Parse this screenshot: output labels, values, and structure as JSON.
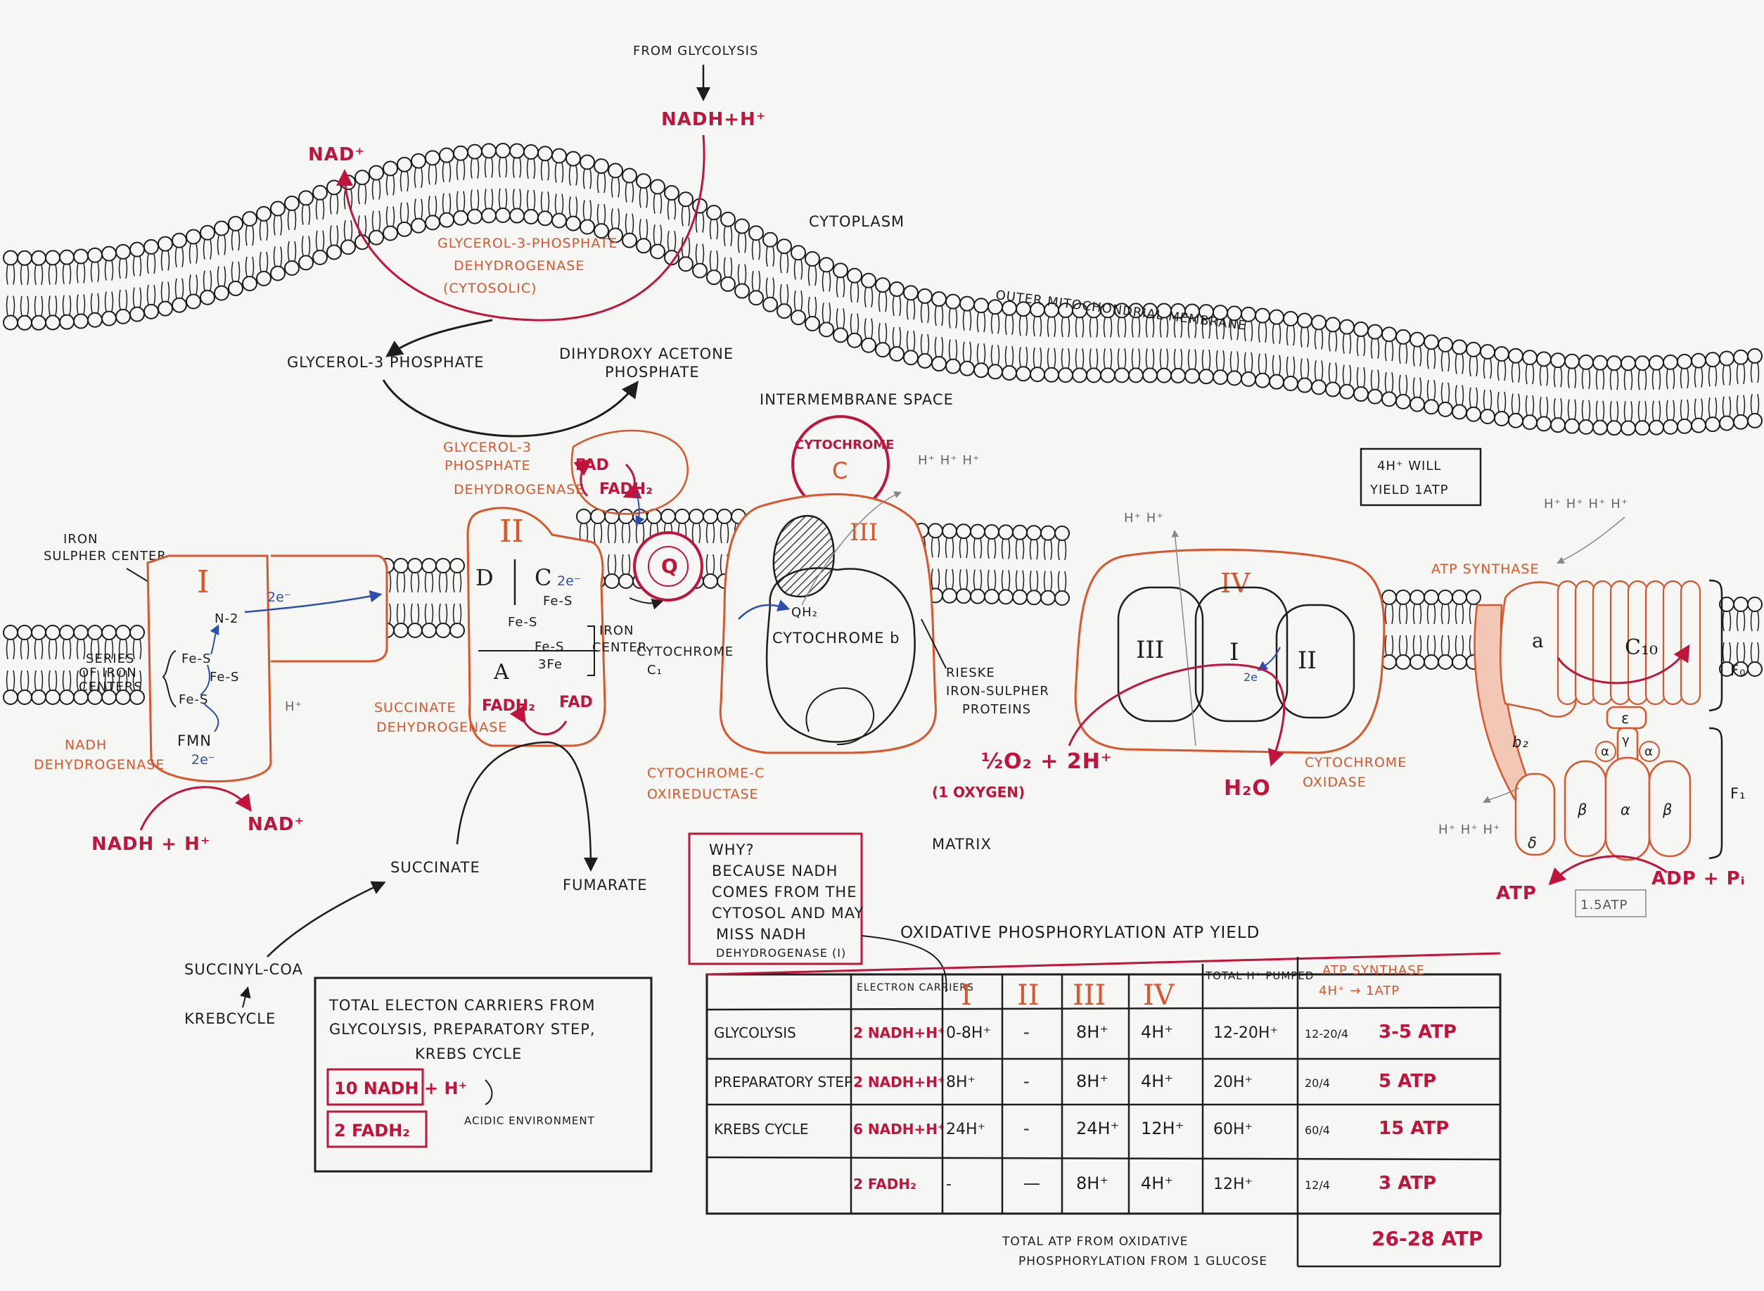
{
  "labels": {
    "from_glycolysis": "FROM GLYCOLYSIS",
    "nadh_top": "NADH+H⁺",
    "nad_top": "NAD⁺",
    "cytoplasm": "CYTOPLASM",
    "outer_membrane": "OUTER MITOCHONDRIAL MEMBRANE",
    "g3p_dehydrogenase_cyt_1": "GLYCEROL-3-PHOSPHATE",
    "g3p_dehydrogenase_cyt_2": "DEHYDROGENASE",
    "g3p_dehydrogenase_cyt_3": "(CYTOSOLIC)",
    "glycerol_3_phosphate": "GLYCEROL-3 PHOSPHATE",
    "dhap_1": "DIHYDROXY ACETONE",
    "dhap_2": "PHOSPHATE",
    "g3p_dehydrogenase_mito_1": "GLYCEROL-3",
    "g3p_dehydrogenase_mito_2": "PHOSPHATE",
    "g3p_dehydrogenase_mito_3": "DEHYDROGENASE",
    "fad_top": "FAD",
    "fadh2_top": "FADH₂",
    "intermembrane_space": "INTERMEMBRANE SPACE",
    "cytochrome_c_1": "CYTOCHROME",
    "cytochrome_c_2": "C",
    "four_h_box_1": "4H⁺ WILL",
    "four_h_box_2": "YIELD 1ATP",
    "iron_sulpher_center_1": "IRON",
    "iron_sulpher_center_2": "SULPHER CENTER",
    "complex_I": "I",
    "n2": "N-2",
    "two_e_1": "2e⁻",
    "series_1": "SERIES",
    "series_2": "OF IRON",
    "series_3": "CENTERS",
    "fe_s1": "Fe-S",
    "fe_s2": "Fe-S",
    "fe_s3": "Fe-S",
    "fmn": "FMN",
    "two_e_2": "2e⁻",
    "h_plus_I": "H⁺",
    "nadh_dehydrogenase_1": "NADH",
    "nadh_dehydrogenase_2": "DEHYDROGENASE",
    "nadh_bottom": "NADH + H⁺",
    "nad_bottom": "NAD⁺",
    "complex_II": "II",
    "sub_D": "D",
    "sub_C": "C",
    "sub_A": "A",
    "two_e_3": "2e⁻",
    "fe_s_II_1": "Fe-S",
    "fe_s_II_2": "Fe-S",
    "fe_s_II_3": "Fe-S",
    "three_fe": "3Fe",
    "fadh2_II": "FADH₂",
    "fad_II": "FAD",
    "iron_center_1": "IRON",
    "iron_center_2": "CENTER",
    "succinate_dh_1": "SUCCINATE",
    "succinate_dh_2": "DEHYDROGENASE",
    "q": "Q",
    "complex_III": "III",
    "qh2": "QH₂",
    "cytochrome_c1_1": "CYTOCHROME",
    "cytochrome_c1_2": "C₁",
    "cytochrome_b": "CYTOCHROME b",
    "rieske_1": "RIESKE",
    "rieske_2": "IRON-SULPHER",
    "rieske_3": "PROTEINS",
    "cyt_c_oxireductase_1": "CYTOCHROME-C",
    "cyt_c_oxireductase_2": "OXIREDUCTASE",
    "h_plus_III": "H⁺ H⁺ H⁺",
    "complex_IV": "IV",
    "iv_III": "III",
    "iv_I": "I",
    "iv_II": "II",
    "two_e_4": "2e",
    "h_plus_IV": "H⁺ H⁺",
    "half_o2": "½O₂ + 2H⁺",
    "one_oxygen": "(1 OXYGEN)",
    "h2o": "H₂O",
    "cyt_oxidase_1": "CYTOCHROME",
    "cyt_oxidase_2": "OXIDASE",
    "atp_synthase": "ATP SYNTHASE",
    "h_plus_top_right": "H⁺ H⁺ H⁺ H⁺",
    "sub_a": "a",
    "c10": "C₁₀",
    "f0": "F₀",
    "f1": "F₁",
    "b2": "b₂",
    "epsilon": "ε",
    "gamma": "γ",
    "alpha_small": "α",
    "beta_l": "β",
    "alpha": "α",
    "beta_r": "β",
    "delta": "δ",
    "h_plus_bottom_right": "H⁺ H⁺ H⁺",
    "atp": "ATP",
    "adp_pi": "ADP + Pᵢ",
    "one_five_atp": "1.5ATP",
    "matrix": "MATRIX",
    "succinate": "SUCCINATE",
    "fumarate": "FUMARATE",
    "succinyl_coa": "SUCCINYL-COA",
    "krebs_cycle": "KREBCYCLE"
  },
  "why_box": {
    "line1": "WHY?",
    "line2": "BECAUSE NADH",
    "line3": "COMES FROM THE",
    "line4": "CYTOSOL AND MAY",
    "line5": "MISS NADH",
    "line6": "DEHYDROGENASE (I)"
  },
  "carriers_box": {
    "line1": "TOTAL ELECTON CARRIERS FROM",
    "line2": "GLYCOLYSIS, PREPARATORY STEP,",
    "line3": "KREBS CYCLE",
    "nadh": "10 NADH",
    "h_plus": "+ H⁺",
    "fadh2": "2 FADH₂",
    "acidic": "ACIDIC ENVIRONMENT"
  },
  "table": {
    "title": "OXIDATIVE PHOSPHORYLATION ATP YIELD",
    "headers": {
      "carriers": "ELECTRON CARRIERS",
      "I": "I",
      "II": "II",
      "III": "III",
      "IV": "IV",
      "total": "TOTAL H⁺ PUMPED",
      "synthase_1": "ATP SYNTHASE",
      "synthase_2": "4H⁺ → 1ATP"
    },
    "rows": [
      {
        "name": "GLYCOLYSIS",
        "carrier": "2 NADH+H⁺",
        "I": "0-8H⁺",
        "II": "-",
        "III": "8H⁺",
        "IV": "4H⁺",
        "total": "12-20H⁺",
        "ratio": "12-20/4",
        "atp": "3-5 ATP"
      },
      {
        "name": "PREPARATORY STEP",
        "carrier": "2 NADH+H⁺",
        "I": "8H⁺",
        "II": "-",
        "III": "8H⁺",
        "IV": "4H⁺",
        "total": "20H⁺",
        "ratio": "20/4",
        "atp": "5 ATP"
      },
      {
        "name": "KREBS CYCLE",
        "carrier": "6 NADH+H⁺",
        "I": "24H⁺",
        "II": "-",
        "III": "24H⁺",
        "IV": "12H⁺",
        "total": "60H⁺",
        "ratio": "60/4",
        "atp": "15 ATP"
      },
      {
        "name": "",
        "carrier": "2 FADH₂",
        "I": "-",
        "II": "—",
        "III": "8H⁺",
        "IV": "4H⁺",
        "total": "12H⁺",
        "ratio": "12/4",
        "atp": "3 ATP"
      }
    ],
    "footer_1": "TOTAL ATP FROM OXIDATIVE",
    "footer_2": "PHOSPHORYLATION FROM 1 GLUCOSE",
    "total_atp": "26-28 ATP"
  },
  "colors": {
    "ink": "#1d1d1d",
    "orange": "#d9552b",
    "crimson": "#c0143c",
    "blue": "#2a4fb0",
    "paper": "#f6f6f4"
  }
}
